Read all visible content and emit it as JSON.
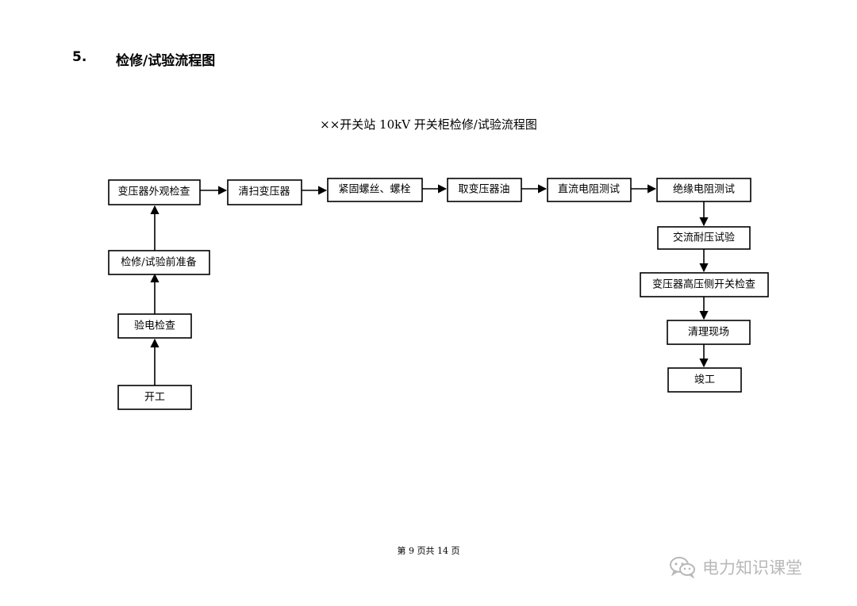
{
  "section": {
    "number": "5.",
    "title": "检修/试验流程图"
  },
  "diagram": {
    "title": "××开关站 10kV 开关柜检修/试验流程图",
    "nodes": [
      {
        "id": "n1",
        "label": "开工"
      },
      {
        "id": "n2",
        "label": "验电检查"
      },
      {
        "id": "n3",
        "label": "检修/试验前准备"
      },
      {
        "id": "n4",
        "label": "变压器外观检查"
      },
      {
        "id": "n5",
        "label": "清扫变压器"
      },
      {
        "id": "n6",
        "label": "紧固螺丝、螺栓"
      },
      {
        "id": "n7",
        "label": "取变压器油"
      },
      {
        "id": "n8",
        "label": "直流电阻测试"
      },
      {
        "id": "n9",
        "label": "绝缘电阻测试"
      },
      {
        "id": "n10",
        "label": "交流耐压试验"
      },
      {
        "id": "n11",
        "label": "变压器高压侧开关检查"
      },
      {
        "id": "n12",
        "label": "清理现场"
      },
      {
        "id": "n13",
        "label": "竣工"
      }
    ]
  },
  "footer": {
    "page": "第 9 页共 14 页"
  },
  "watermark": {
    "text": "电力知识课堂",
    "icon": "wechat-icon",
    "color": "#b8b8b8"
  }
}
